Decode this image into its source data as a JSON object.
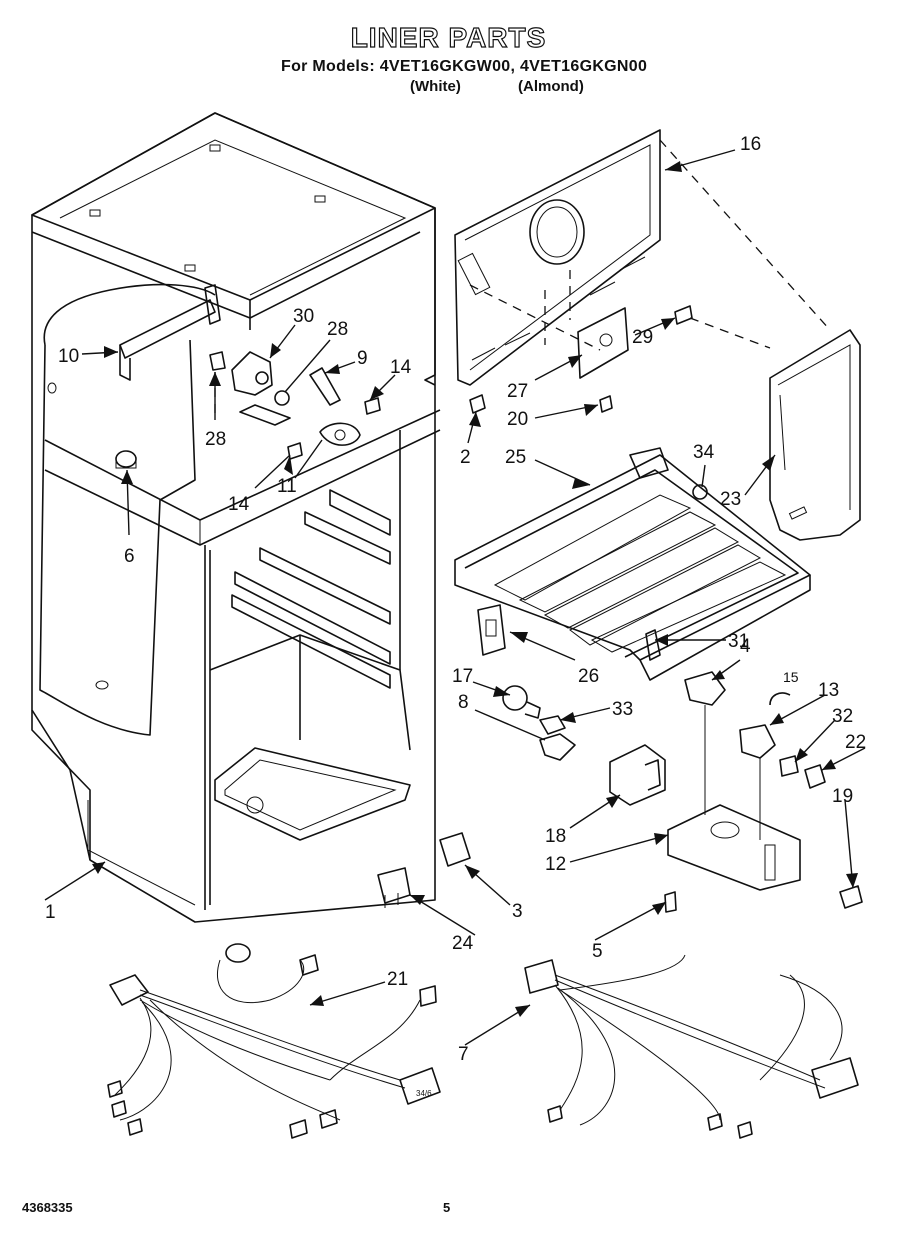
{
  "header": {
    "title": "LINER PARTS",
    "models_line": "For Models: 4VET16GKGW00, 4VET16GKGN00",
    "variant_white": "(White)",
    "variant_almond": "(Almond)"
  },
  "callouts": {
    "c1": "1",
    "c2": "2",
    "c3": "3",
    "c4": "4",
    "c5": "5",
    "c6": "6",
    "c7": "7",
    "c8": "8",
    "c9": "9",
    "c10": "10",
    "c11": "11",
    "c12": "12",
    "c13": "13",
    "c14a": "14",
    "c14b": "14",
    "c15": "15",
    "c16": "16",
    "c17": "17",
    "c18": "18",
    "c19": "19",
    "c20": "20",
    "c21": "21",
    "c22": "22",
    "c23": "23",
    "c24": "24",
    "c25": "25",
    "c26": "26",
    "c27": "27",
    "c28a": "28",
    "c28b": "28",
    "c29": "29",
    "c30": "30",
    "c31": "31",
    "c32": "32",
    "c33": "33",
    "c34": "34"
  },
  "connector_label": "34/6",
  "footer": {
    "doc_number": "4368335",
    "page_number": "5"
  }
}
